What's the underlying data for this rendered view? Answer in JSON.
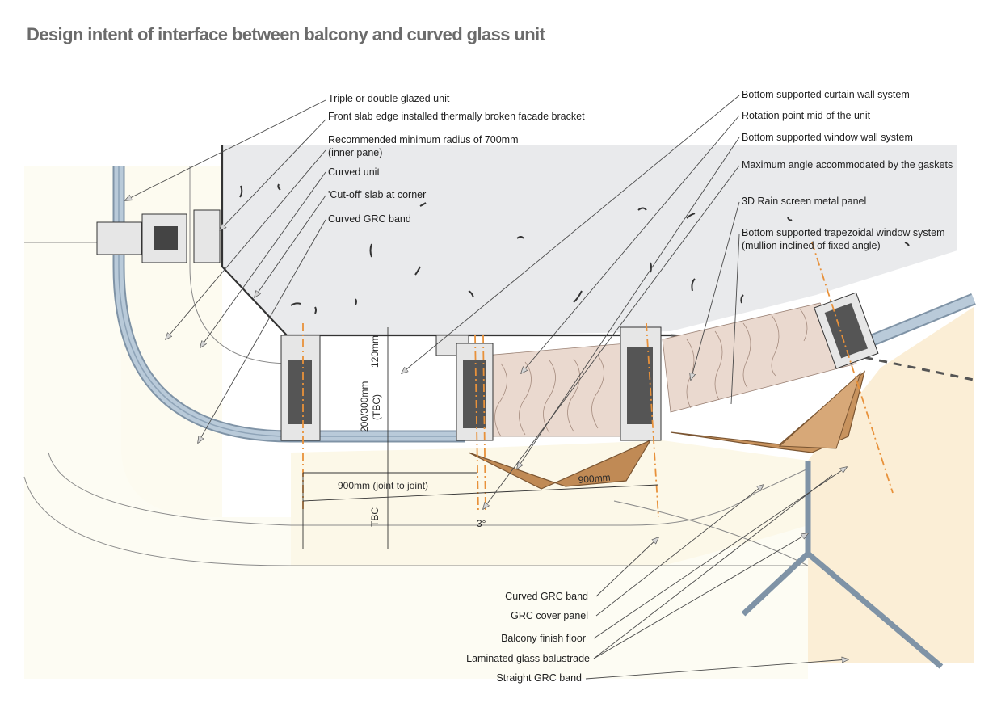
{
  "title": "Design intent of interface between balcony and curved glass unit",
  "labels": {
    "triple_glazed": "Triple or double glazed unit",
    "front_slab": "Front slab edge installed thermally broken facade bracket",
    "min_radius_1": "Recommended minimum radius of 700mm",
    "min_radius_2": "(inner pane)",
    "curved_unit": "Curved unit",
    "cutoff_slab": "'Cut-off' slab at corner",
    "curved_grc_band_top": "Curved GRC band",
    "bsc_wall": "Bottom supported curtain wall system",
    "rotation_point": "Rotation point mid of the unit",
    "bsw_wall": "Bottom supported window wall system",
    "max_angle": "Maximum angle accommodated by the gaskets",
    "rain_screen": "3D Rain screen metal panel",
    "trapezoidal_1": "Bottom supported trapezoidal window system",
    "trapezoidal_2": "(mullion inclined of fixed angle)",
    "curved_grc_band_bottom": "Curved GRC band",
    "grc_cover": "GRC cover panel",
    "balcony_floor": "Balcony finish floor",
    "laminated_glass": "Laminated glass balustrade",
    "straight_grc": "Straight GRC band"
  },
  "dimensions": {
    "d120": "120mm",
    "d200_1": "200/300mm",
    "d200_2": "(TBC)",
    "joint": "900mm (joint to joint)",
    "tbc": "TBC",
    "d900": "900mm",
    "angle3": "3°"
  },
  "colors": {
    "slab": "#e9eaec",
    "glass": "#a9bccd",
    "balcony": "#fbf3e1",
    "insulation": "#ead9cf",
    "bracket": "#c08a55",
    "axis": "#e8913a"
  }
}
